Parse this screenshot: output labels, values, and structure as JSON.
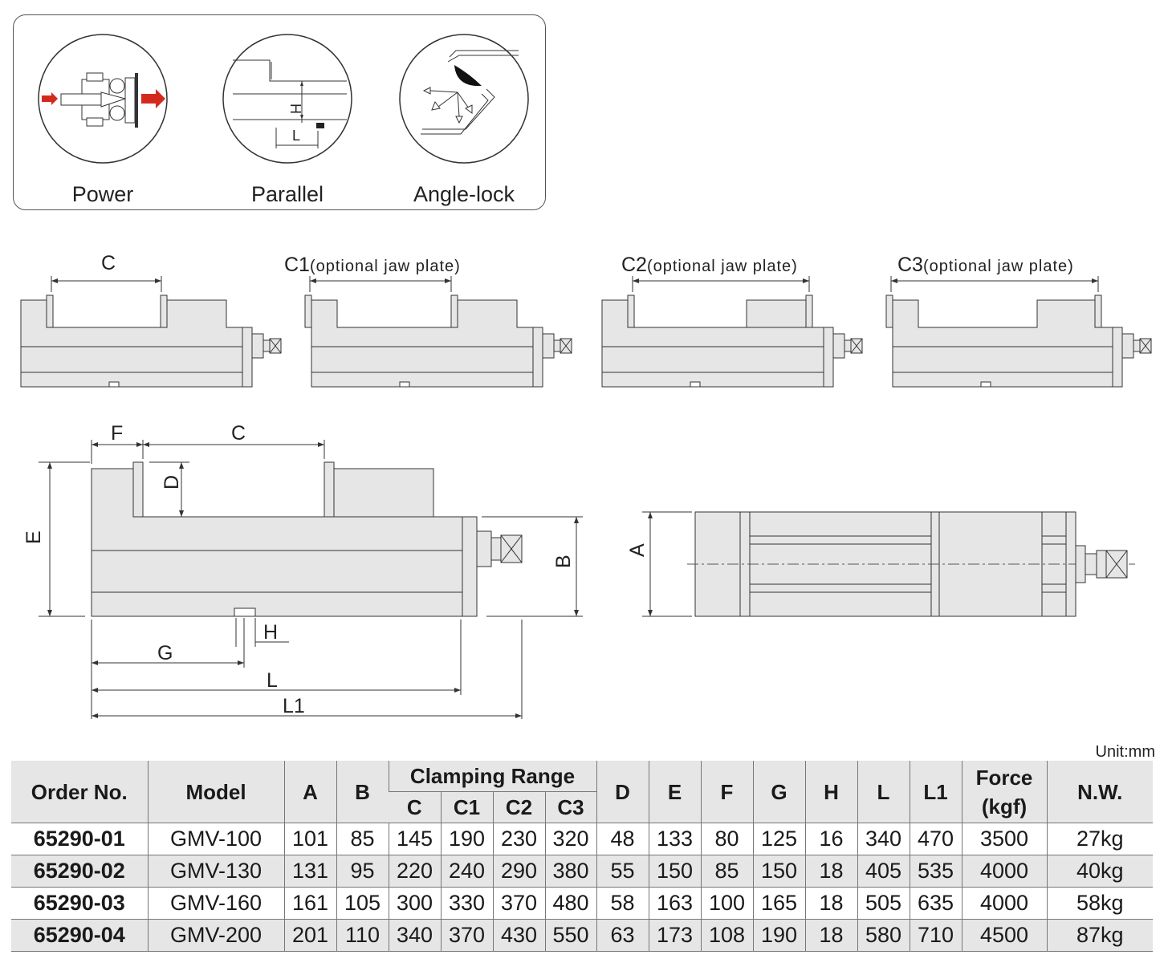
{
  "features": [
    {
      "label": "Power",
      "icon": "power-diagram-icon"
    },
    {
      "label": "Parallel",
      "icon": "parallel-diagram-icon"
    },
    {
      "label": "Angle-lock",
      "icon": "angle-lock-diagram-icon"
    }
  ],
  "parallel_dims": {
    "h": "H",
    "l": "L"
  },
  "jaw_variants": [
    {
      "label": "C",
      "note": ""
    },
    {
      "label": "C1",
      "note": "(optional jaw plate)"
    },
    {
      "label": "C2",
      "note": "(optional jaw plate)"
    },
    {
      "label": "C3",
      "note": "(optional jaw plate)"
    }
  ],
  "side_view_dims": {
    "f": "F",
    "c": "C",
    "d": "D",
    "e": "E",
    "b": "B",
    "h": "H",
    "g": "G",
    "l": "L",
    "l1": "L1"
  },
  "top_view_dims": {
    "a": "A"
  },
  "table": {
    "unit": "Unit:mm",
    "headers": {
      "order_no": "Order No.",
      "model": "Model",
      "a": "A",
      "b": "B",
      "clamping_range": "Clamping Range",
      "c": "C",
      "c1": "C1",
      "c2": "C2",
      "c3": "C3",
      "d": "D",
      "e": "E",
      "f": "F",
      "g": "G",
      "h": "H",
      "l": "L",
      "l1": "L1",
      "force_line1": "Force",
      "force_line2": "(kgf)",
      "nw": "N.W."
    },
    "rows": [
      {
        "order": "65290-01",
        "model": "GMV-100",
        "a": "101",
        "b": "85",
        "c": "145",
        "c1": "190",
        "c2": "230",
        "c3": "320",
        "d": "48",
        "e": "133",
        "f": "80",
        "g": "125",
        "h": "16",
        "l": "340",
        "l1": "470",
        "force": "3500",
        "nw": "27kg"
      },
      {
        "order": "65290-02",
        "model": "GMV-130",
        "a": "131",
        "b": "95",
        "c": "220",
        "c1": "240",
        "c2": "290",
        "c3": "380",
        "d": "55",
        "e": "150",
        "f": "85",
        "g": "150",
        "h": "18",
        "l": "405",
        "l1": "535",
        "force": "4000",
        "nw": "40kg"
      },
      {
        "order": "65290-03",
        "model": "GMV-160",
        "a": "161",
        "b": "105",
        "c": "300",
        "c1": "330",
        "c2": "370",
        "c3": "480",
        "d": "58",
        "e": "163",
        "f": "100",
        "g": "165",
        "h": "18",
        "l": "505",
        "l1": "635",
        "force": "4000",
        "nw": "58kg"
      },
      {
        "order": "65290-04",
        "model": "GMV-200",
        "a": "201",
        "b": "110",
        "c": "340",
        "c1": "370",
        "c2": "430",
        "c3": "550",
        "d": "63",
        "e": "173",
        "f": "108",
        "g": "190",
        "h": "18",
        "l": "580",
        "l1": "710",
        "force": "4500",
        "nw": "87kg"
      }
    ]
  }
}
